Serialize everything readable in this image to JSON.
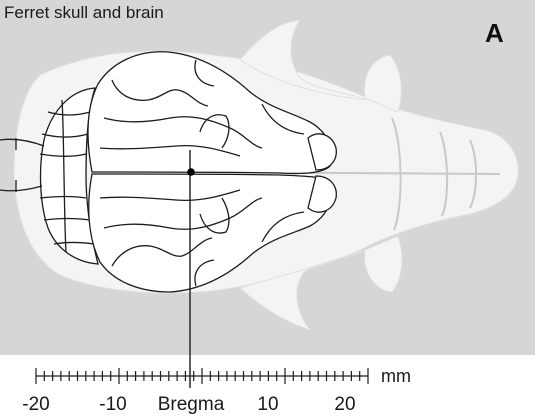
{
  "figure": {
    "title": "Ferret skull and brain",
    "panel_label": "A"
  },
  "scale": {
    "unit": "mm",
    "labeled_ticks": [
      {
        "value": -20,
        "label": "-20"
      },
      {
        "value": -10,
        "label": "-10"
      },
      {
        "value": 0,
        "label": "Bregma"
      },
      {
        "value": 10,
        "label": "10"
      },
      {
        "value": 20,
        "label": "20"
      }
    ],
    "range": [
      -20,
      20
    ],
    "minor_step": 1
  },
  "colors": {
    "background": "#d6d6d6",
    "skull": "#f4f4f4",
    "brain": "#ffffff",
    "outline": "#1c1c1c"
  }
}
